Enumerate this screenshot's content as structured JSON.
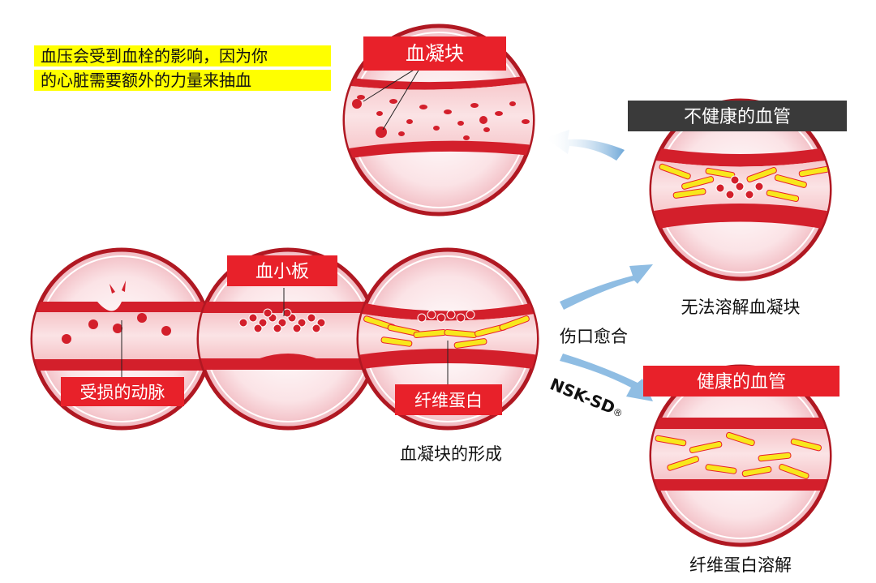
{
  "note": {
    "line1": "血压会受到血栓的影响，因为你",
    "line2": "的心脏需要额外的力量来抽血"
  },
  "labels": {
    "blood_clot": "血凝块",
    "unhealthy_vessel": "不健康的血管",
    "cannot_dissolve": "无法溶解血凝块",
    "platelets": "血小板",
    "damaged_artery": "受损的动脉",
    "fibrin": "纤维蛋白",
    "clot_formation": "血凝块的形成",
    "wound_healing": "伤口愈合",
    "brand": "NSK-SD",
    "registered": "®",
    "healthy_vessel": "健康的血管",
    "fibrin_dissolve": "纤维蛋白溶解"
  },
  "colors": {
    "highlight": "#ffff00",
    "label_red": "#e8212a",
    "label_dark": "#3a3a3a",
    "vessel_red": "#d31f2b",
    "arrow_blue": "#7fb5de",
    "fibrin_yellow": "#f8e71c"
  }
}
